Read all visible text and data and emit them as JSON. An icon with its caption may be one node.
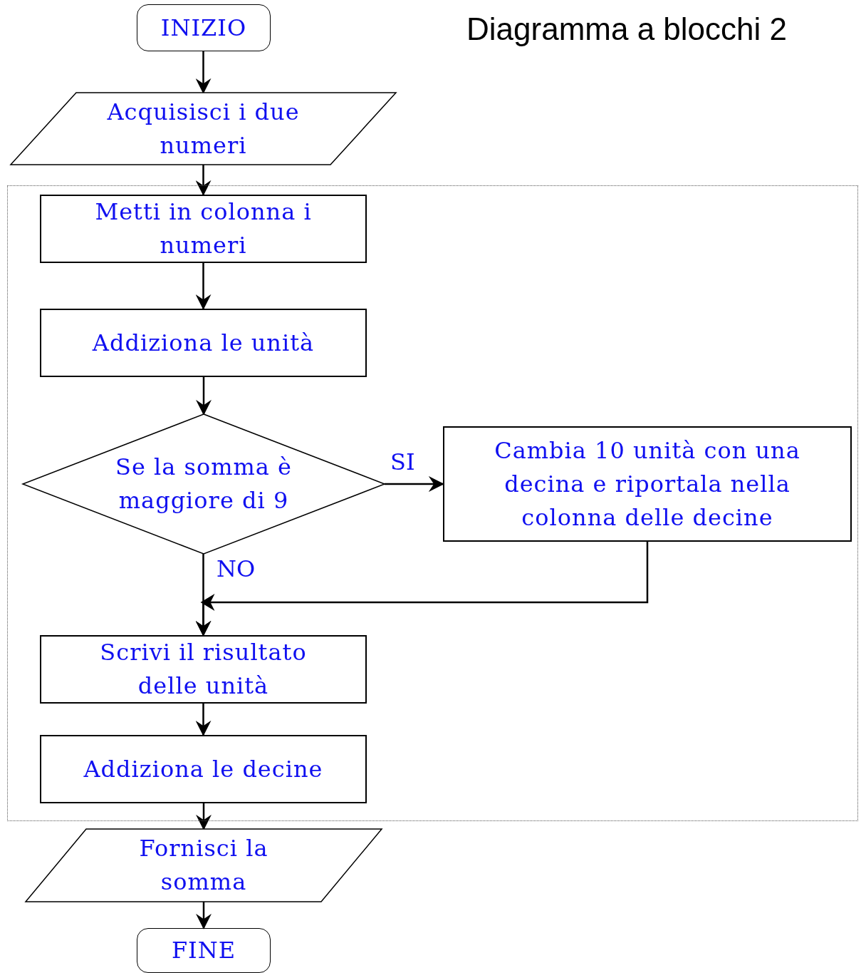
{
  "diagram": {
    "title": "Diagramma a blocchi 2",
    "nodes": [
      {
        "text": [
          "INIZIO"
        ]
      },
      {
        "text": [
          "Acquisisci i due numeri"
        ]
      },
      {
        "text": [],
        "shape": "box"
      },
      {
        "text": [
          "Metti in colonna i numeri"
        ],
        "in": 2
      },
      {
        "text": [
          "Addiziona le unità"
        ],
        "in": 2
      },
      {
        "text": [
          "Se la somma è maggiore di 9"
        ],
        "in": 2
      },
      {
        "text": [
          "Cambia 10 unità con una decina e riportala nella colonna delle decine"
        ],
        "in": 2
      },
      {
        "text": [
          "Scrivi il risultato delle unità"
        ],
        "in": 2
      },
      {
        "text": [
          "Addiziona le decine"
        ],
        "in": 2
      },
      {
        "text": [
          "Fornisci la somma"
        ]
      },
      {
        "text": [
          "FINE"
        ]
      }
    ],
    "edges": [
      {
        "from": 0,
        "to": 1,
        "arrow": "to"
      },
      {
        "from": 1,
        "to": 3,
        "arrow": "to"
      },
      {
        "from": 3,
        "to": 4,
        "arrow": "to"
      },
      {
        "from": 4,
        "to": 5,
        "arrow": "to"
      },
      {
        "from": 5,
        "to": 6,
        "arrow": "to",
        "label": "SI"
      },
      {
        "from": 5,
        "to": 7,
        "arrow": "to",
        "label": "NO"
      },
      {
        "from": 6,
        "to": 7,
        "arrow": "to"
      },
      {
        "from": 7,
        "to": 8,
        "arrow": "to"
      },
      {
        "from": 8,
        "to": 9,
        "arrow": "to"
      },
      {
        "from": 9,
        "to": 10,
        "arrow": "to"
      }
    ]
  }
}
